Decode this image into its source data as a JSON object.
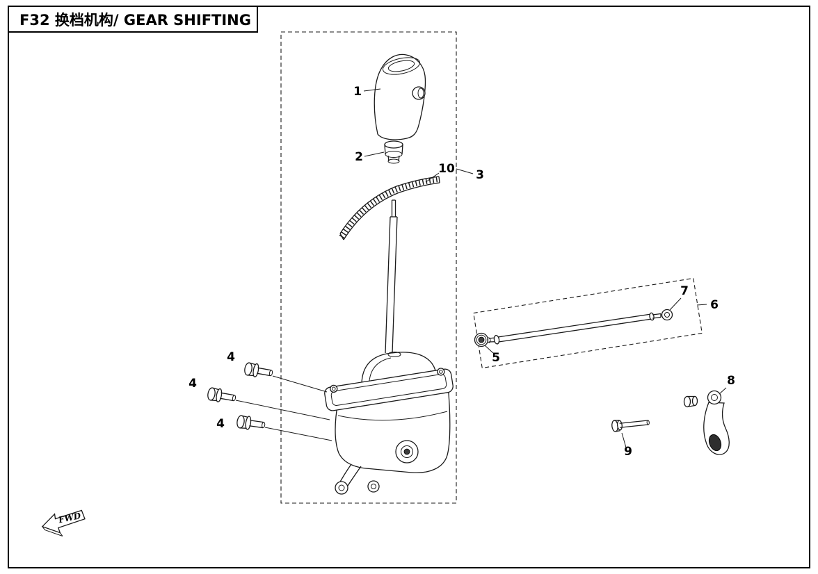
{
  "page": {
    "title": "F32 换档机构/ GEAR SHIFTING",
    "fwd_label": "FWD"
  },
  "diagram": {
    "labels": {
      "part1": "1",
      "part2": "2",
      "part3": "3",
      "part4": "4",
      "part5": "5",
      "part6": "6",
      "part7": "7",
      "part8": "8",
      "part9": "9",
      "part10": "10"
    }
  }
}
